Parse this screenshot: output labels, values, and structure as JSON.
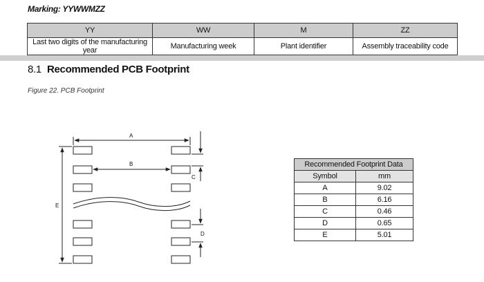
{
  "marking": {
    "label": "Marking: YYWWMZZ",
    "headers": [
      "YY",
      "WW",
      "M",
      "ZZ"
    ],
    "descriptions": [
      "Last two digits of the manufacturing year",
      "Manufacturing week",
      "Plant identifier",
      "Assembly traceability code"
    ]
  },
  "section": {
    "number": "8.1",
    "title": "Recommended PCB Footprint"
  },
  "figure": {
    "caption": "Figure 22. PCB Footprint",
    "dim_labels": {
      "a": "A",
      "b": "B",
      "c": "C",
      "d": "D",
      "e": "E"
    }
  },
  "footprint_table": {
    "title": "Recommended Footprint Data",
    "headers": [
      "Symbol",
      "mm"
    ],
    "rows": [
      {
        "symbol": "A",
        "mm": "9.02"
      },
      {
        "symbol": "B",
        "mm": "6.16"
      },
      {
        "symbol": "C",
        "mm": "0.46"
      },
      {
        "symbol": "D",
        "mm": "0.65"
      },
      {
        "symbol": "E",
        "mm": "5.01"
      }
    ]
  }
}
